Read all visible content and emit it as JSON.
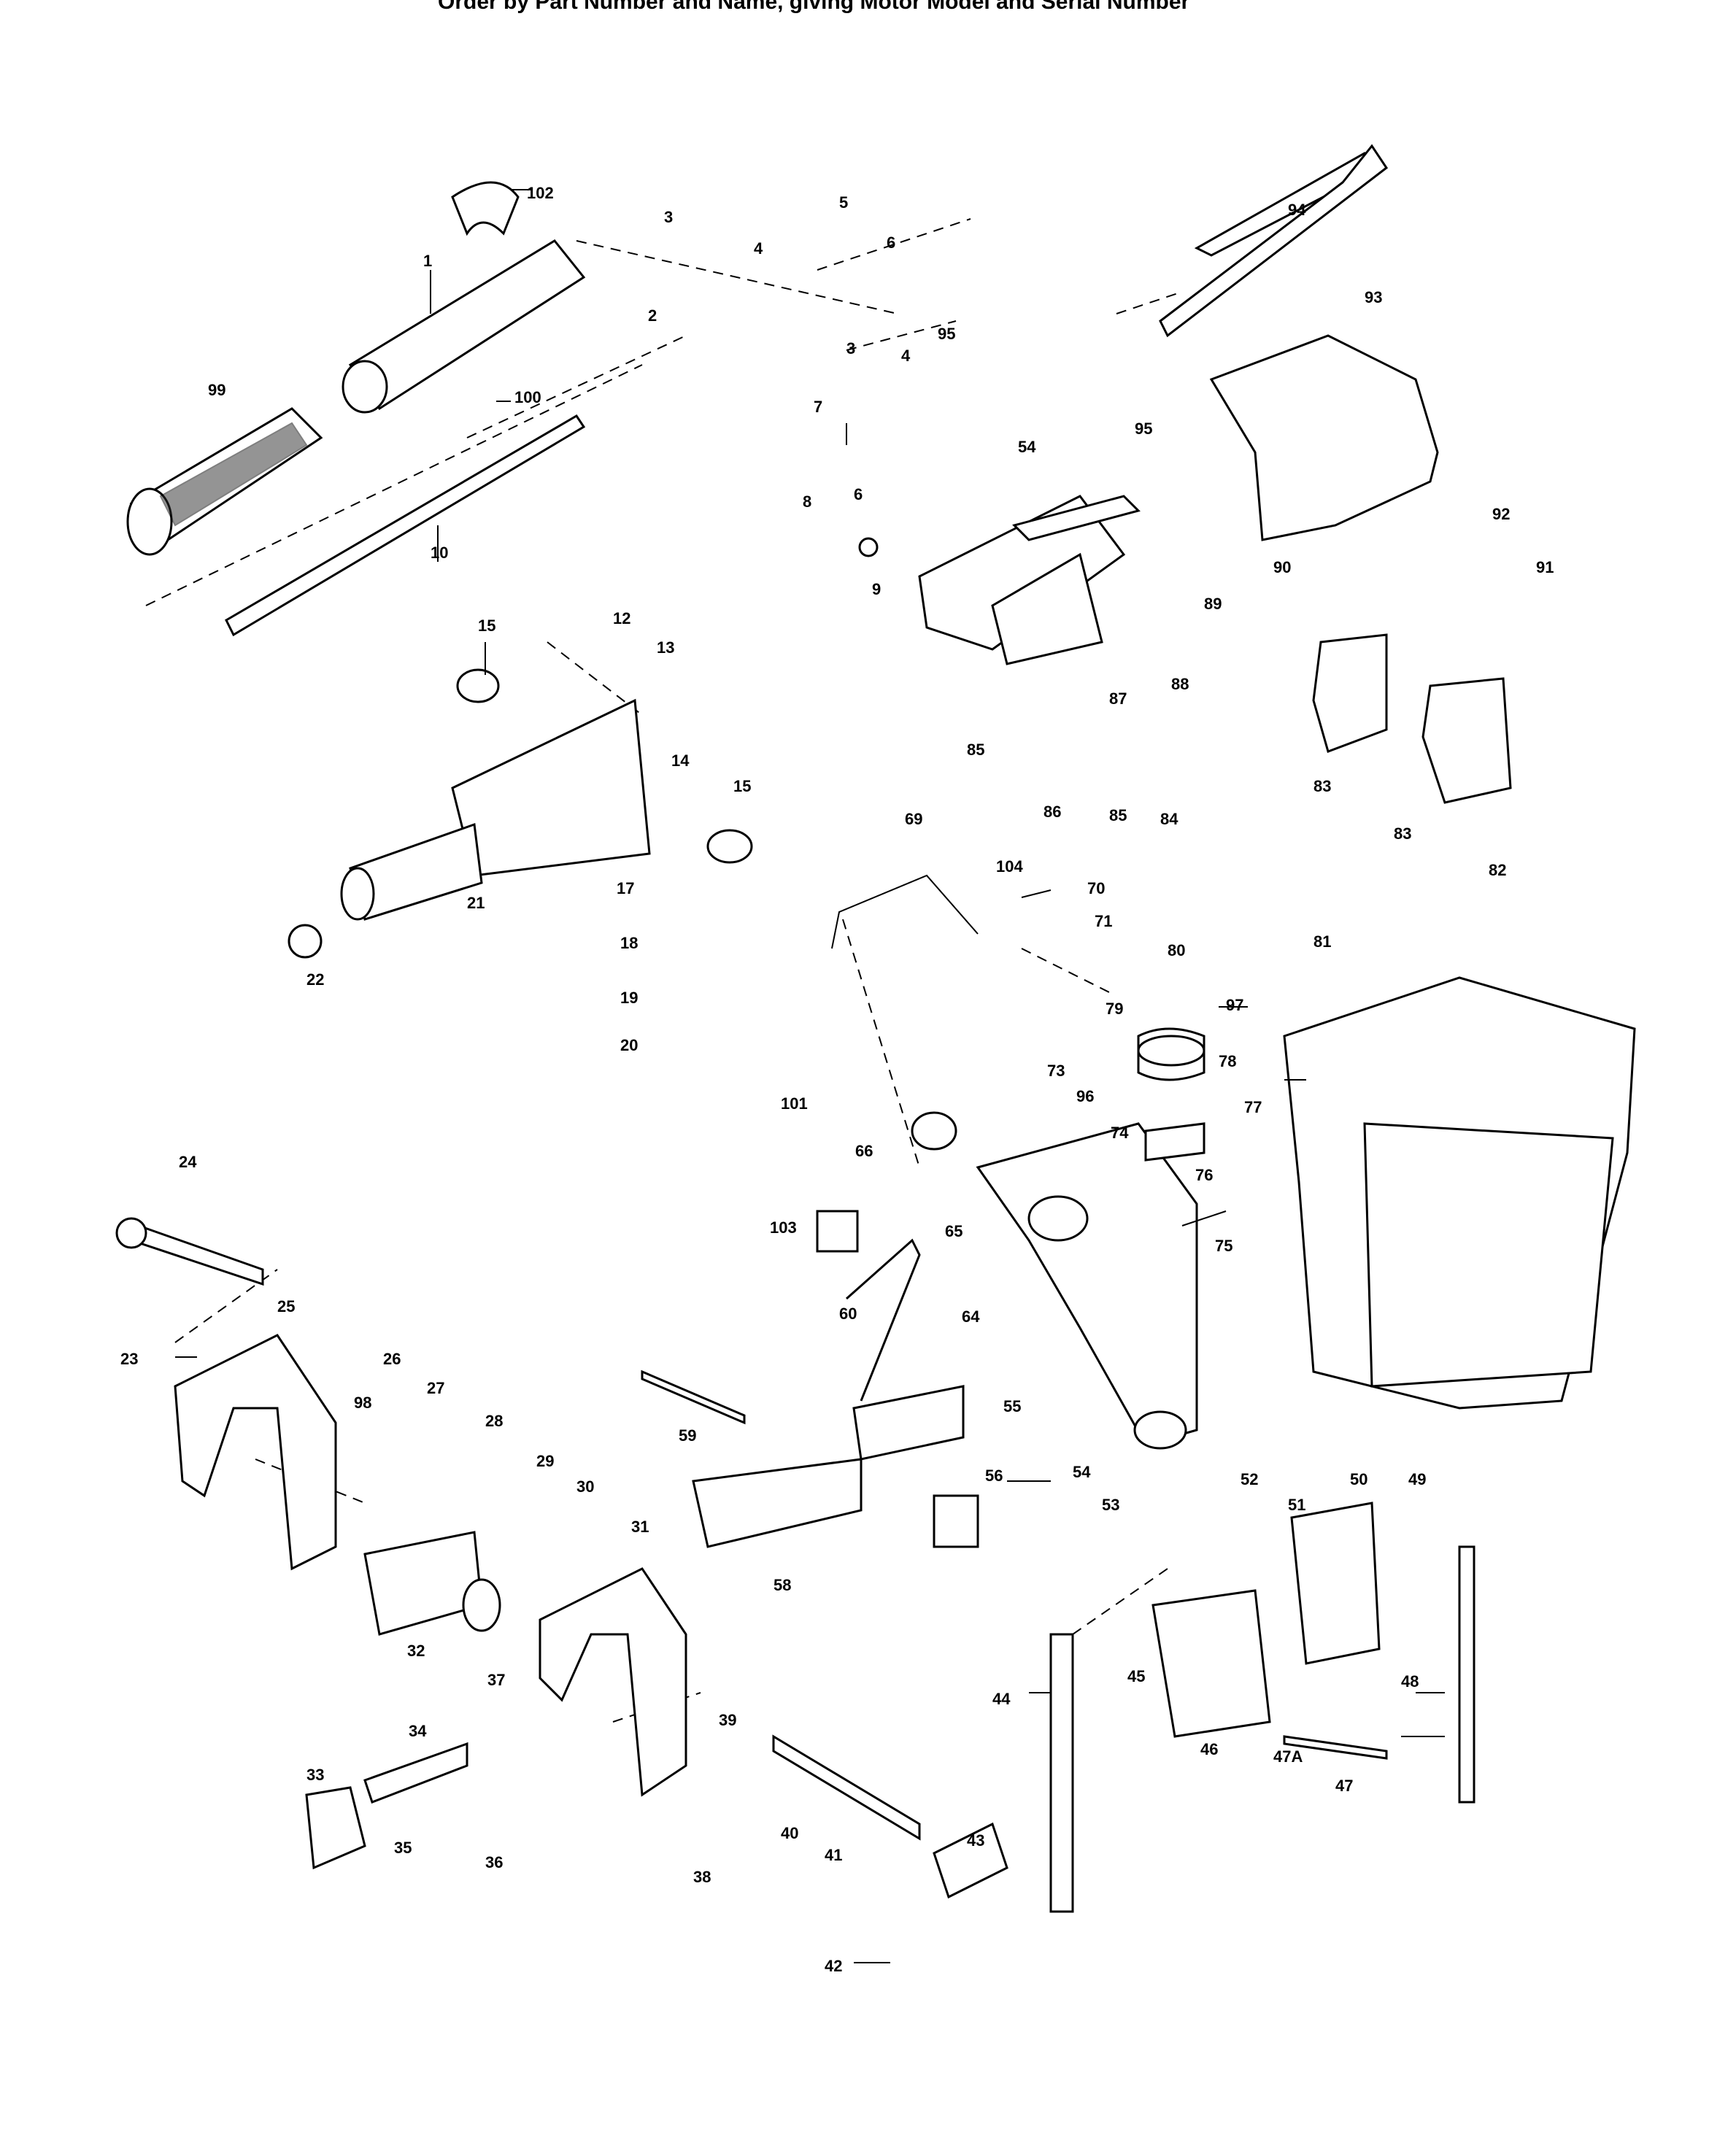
{
  "header": {
    "text": "Order by Part Number and Name, giving Motor Model and Serial Number"
  },
  "labels": [
    "102",
    "3",
    "5",
    "6",
    "1",
    "4",
    "2",
    "95",
    "99",
    "100",
    "10",
    "3",
    "4",
    "7",
    "6",
    "54",
    "95",
    "94",
    "93",
    "92",
    "91",
    "90",
    "89",
    "8",
    "9",
    "87",
    "88",
    "15",
    "12",
    "13",
    "14",
    "15",
    "21",
    "22",
    "17",
    "18",
    "19",
    "20",
    "83",
    "83",
    "85",
    "86",
    "85",
    "84",
    "82",
    "81",
    "69",
    "104",
    "70",
    "71",
    "80",
    "79",
    "97",
    "73",
    "96",
    "78",
    "77",
    "101",
    "66",
    "74",
    "76",
    "65",
    "103",
    "75",
    "64",
    "60",
    "55",
    "24",
    "23",
    "25",
    "98",
    "26",
    "27",
    "28",
    "29",
    "30",
    "31",
    "59",
    "56",
    "58",
    "54",
    "52",
    "51",
    "50",
    "49",
    "53",
    "32",
    "37",
    "39",
    "45",
    "46",
    "47A",
    "47",
    "44",
    "48",
    "34",
    "33",
    "35",
    "36",
    "38",
    "40",
    "41",
    "43",
    "42"
  ]
}
